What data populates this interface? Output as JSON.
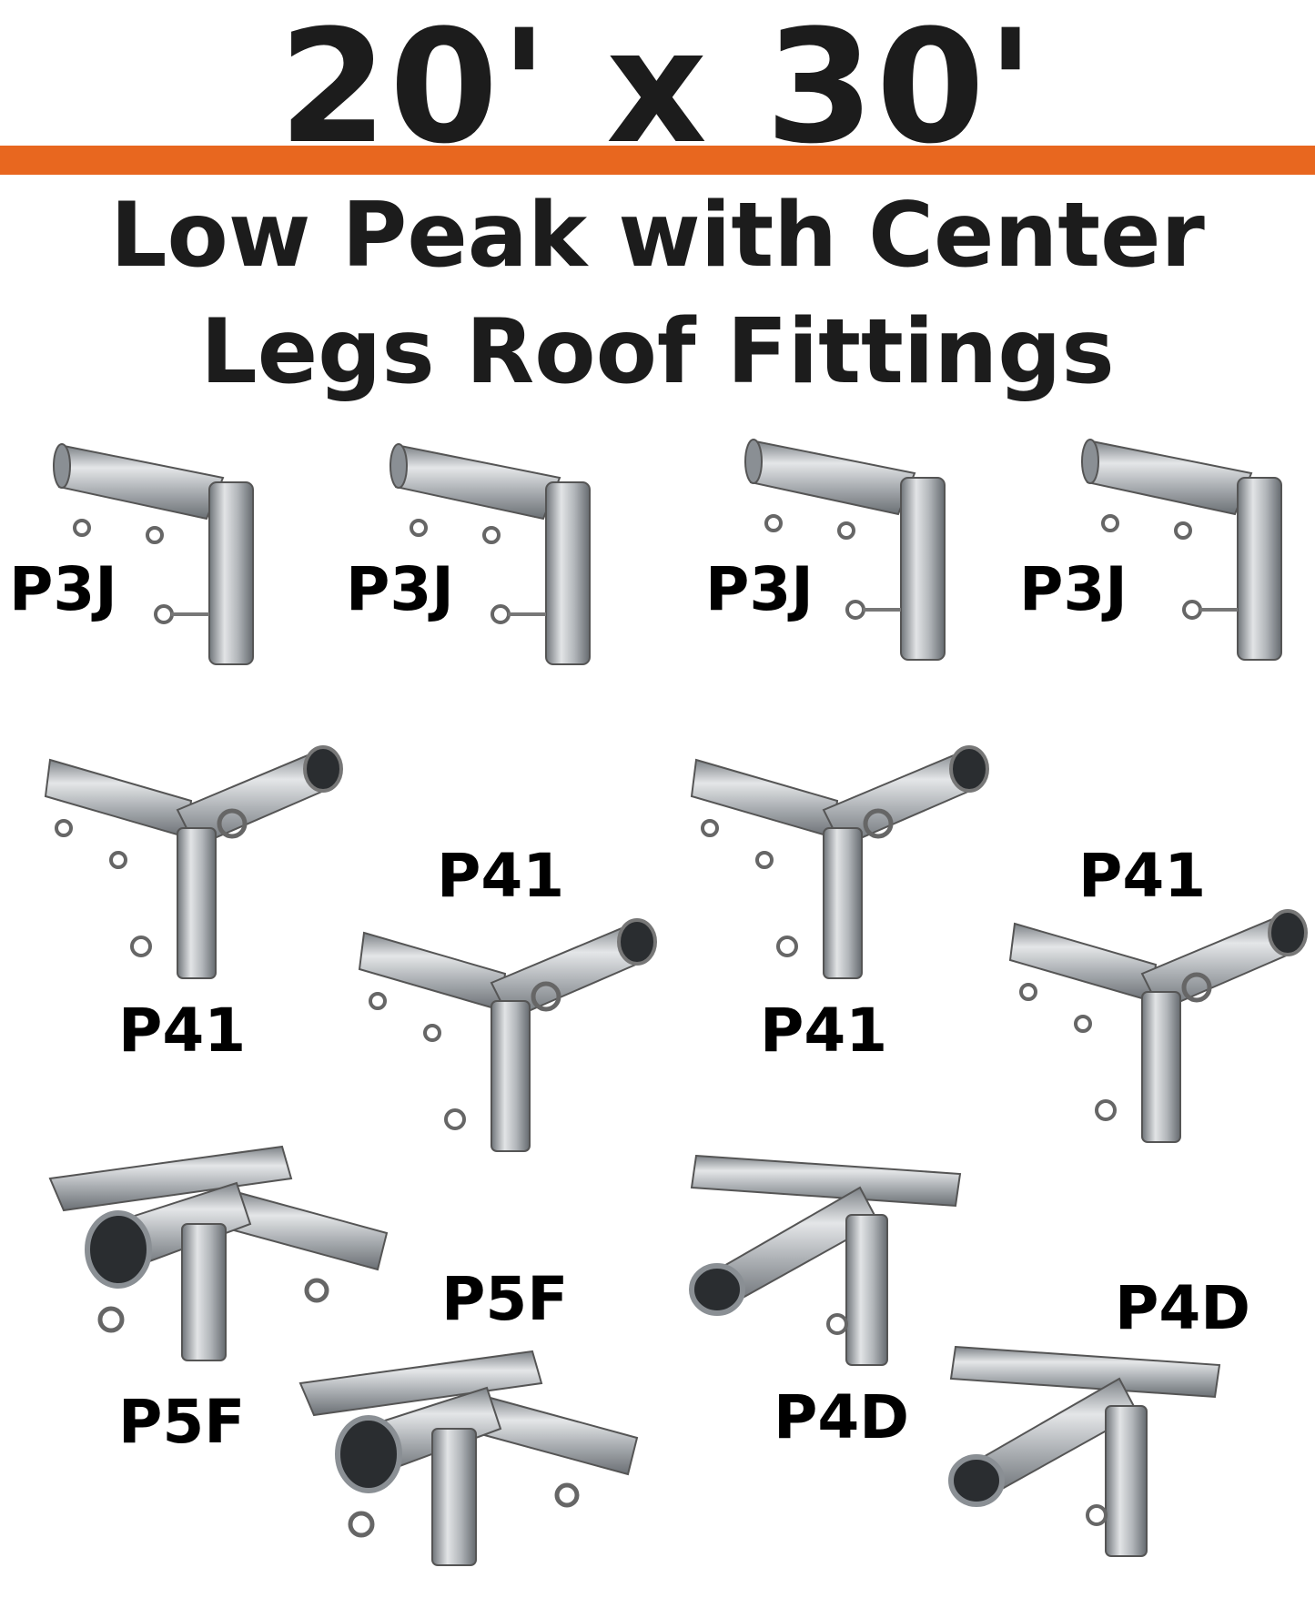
{
  "header": {
    "title": "20' x 30'",
    "subtitle_line1": "Low Peak with Center",
    "subtitle_line2": "Legs Roof Fittings",
    "accent_color": "#E8671F"
  },
  "fittings": [
    {
      "label": "P3J",
      "icon": "elbow-fitting-icon"
    },
    {
      "label": "P3J",
      "icon": "elbow-fitting-icon"
    },
    {
      "label": "P3J",
      "icon": "elbow-fitting-icon"
    },
    {
      "label": "P3J",
      "icon": "elbow-fitting-icon"
    },
    {
      "label": "P41",
      "icon": "y-fitting-icon"
    },
    {
      "label": "P41",
      "icon": "y-fitting-icon"
    },
    {
      "label": "P41",
      "icon": "y-fitting-icon"
    },
    {
      "label": "P41",
      "icon": "y-fitting-icon"
    },
    {
      "label": "P5F",
      "icon": "five-way-fitting-icon"
    },
    {
      "label": "P5F",
      "icon": "five-way-fitting-icon"
    },
    {
      "label": "P4D",
      "icon": "four-way-fitting-icon"
    },
    {
      "label": "P4D",
      "icon": "four-way-fitting-icon"
    }
  ]
}
